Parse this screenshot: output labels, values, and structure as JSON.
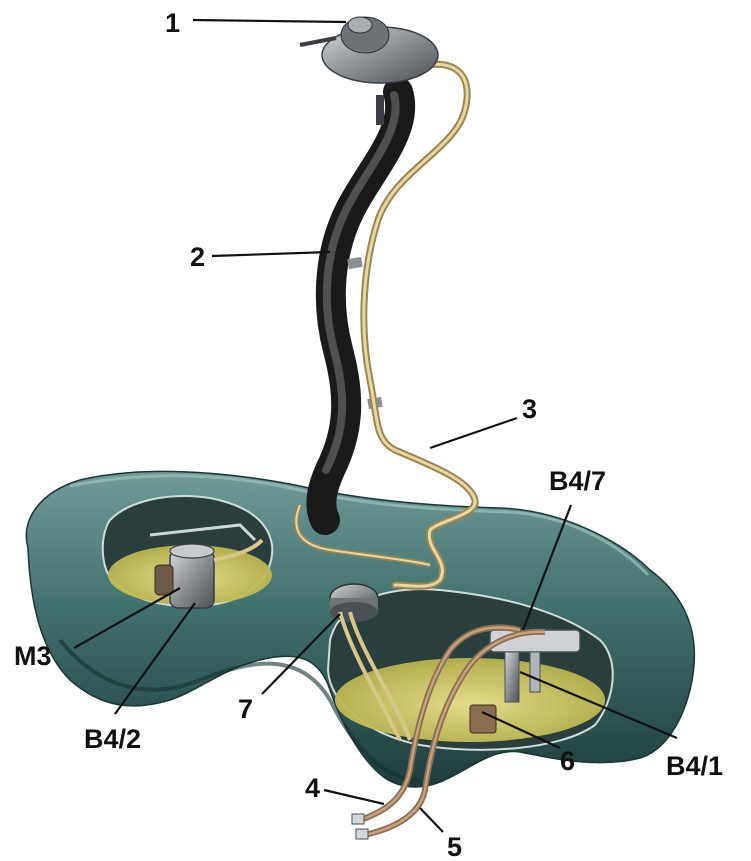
{
  "callouts": [
    {
      "id": "1",
      "label": "1"
    },
    {
      "id": "2",
      "label": "2"
    },
    {
      "id": "3",
      "label": "3"
    },
    {
      "id": "B4/7",
      "label": "B4/7"
    },
    {
      "id": "M3",
      "label": "M3"
    },
    {
      "id": "7",
      "label": "7"
    },
    {
      "id": "B4/2",
      "label": "B4/2"
    },
    {
      "id": "B4/1",
      "label": "B4/1"
    },
    {
      "id": "6",
      "label": "6"
    },
    {
      "id": "4",
      "label": "4"
    },
    {
      "id": "5",
      "label": "5"
    }
  ],
  "colors": {
    "tank": "#3f6f6c",
    "tank_dark": "#244645",
    "tank_light": "#7fa8a3",
    "fuel": "#c9c35a",
    "fuel_light": "#e4df8e",
    "hose": "#2e2e2e",
    "pipe": "#d8c58a",
    "pipe_dark": "#9c8650",
    "metal": "#8a8f94",
    "label": "#111111"
  }
}
